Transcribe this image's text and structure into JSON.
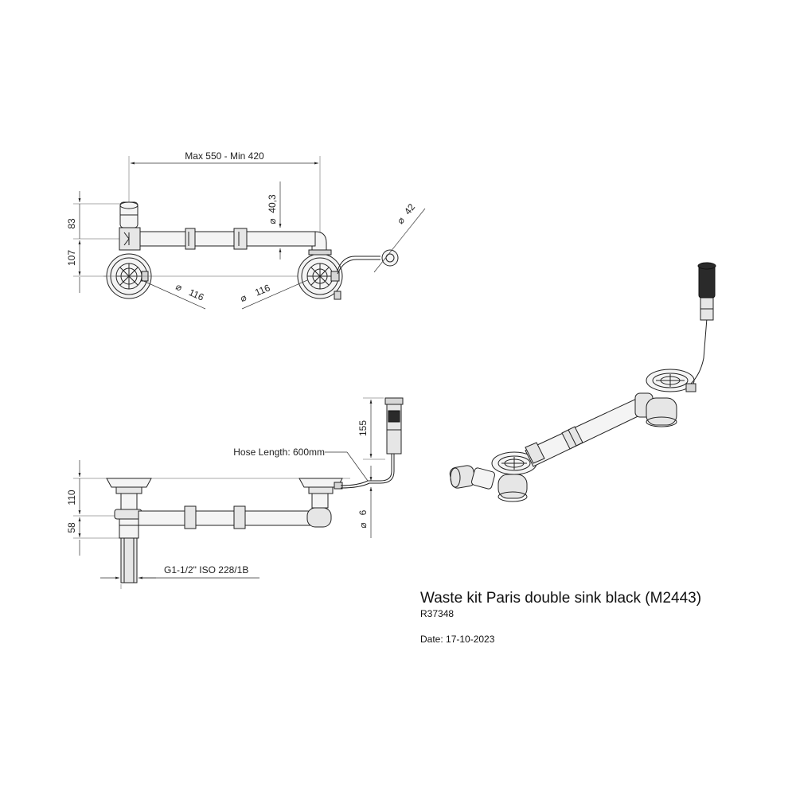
{
  "dimensions": {
    "max_min_width": "Max 550 - Min 420",
    "height_83": "83",
    "height_107": "107",
    "offset_40_3": "40,3",
    "diam_42": "42",
    "diam_116_left": "116",
    "diam_116_right": "116",
    "height_155": "155",
    "hose_length": "Hose Length: 600mm",
    "height_110": "110",
    "height_58": "58",
    "diam_6": "6",
    "thread_spec": "G1-1/2\" ISO 228/1B"
  },
  "symbols": {
    "diameter": "⌀"
  },
  "title_block": {
    "title": "Waste kit Paris double sink black (M2443)",
    "reference": "R37348",
    "date": "Date: 17-10-2023"
  }
}
